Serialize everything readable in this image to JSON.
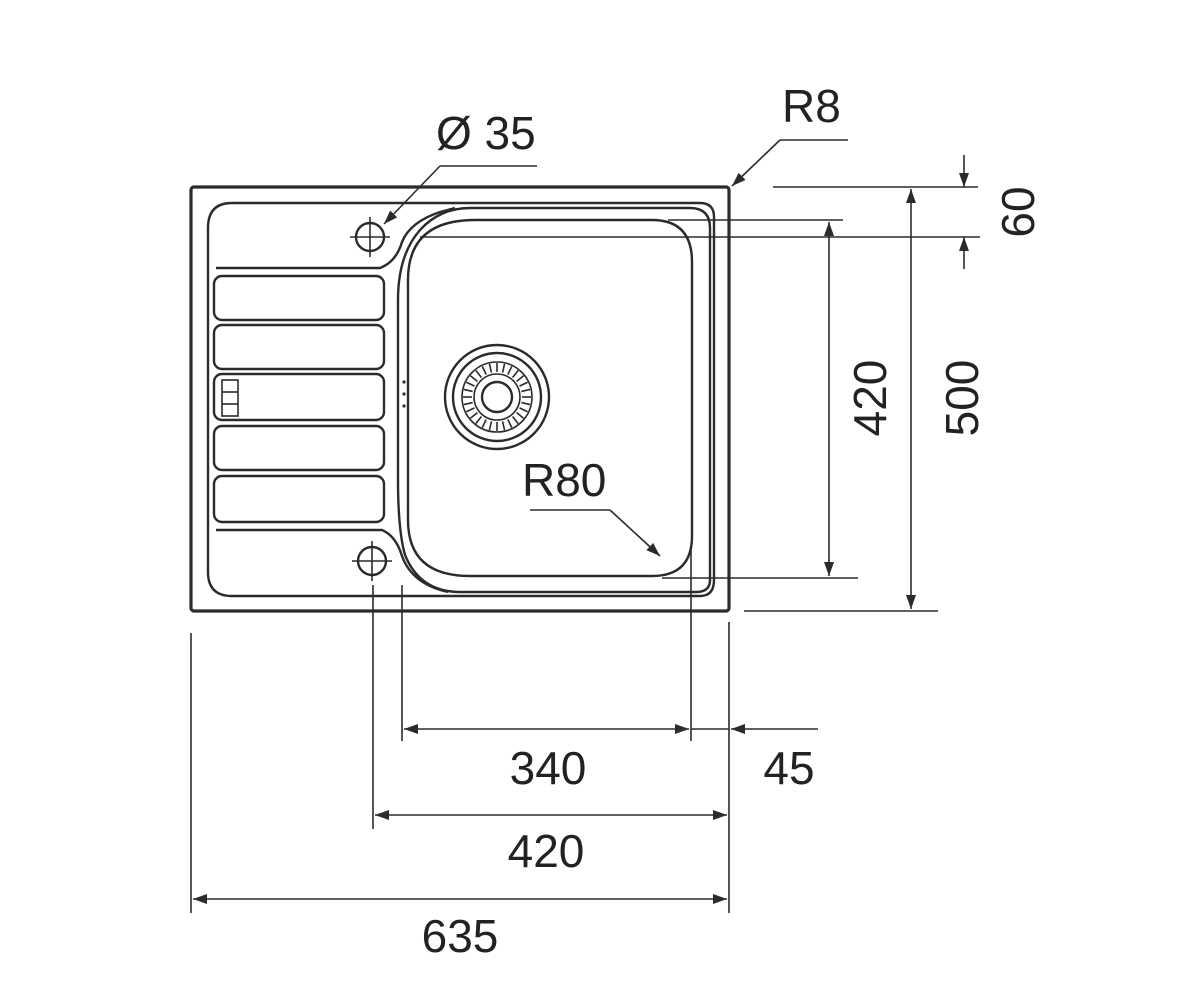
{
  "drawing": {
    "labels": {
      "hole_diameter": "Ø 35",
      "corner_radius": "R8",
      "bowl_radius": "R80",
      "rim_depth": "60",
      "bowl_height": "420",
      "overall_height": "500",
      "bowl_width": "340",
      "right_rim": "45",
      "bowl_with_rim_width": "420",
      "overall_width": "635"
    },
    "colors": {
      "line": "#2b2b2b",
      "text": "#222222",
      "background": "#ffffff"
    }
  }
}
